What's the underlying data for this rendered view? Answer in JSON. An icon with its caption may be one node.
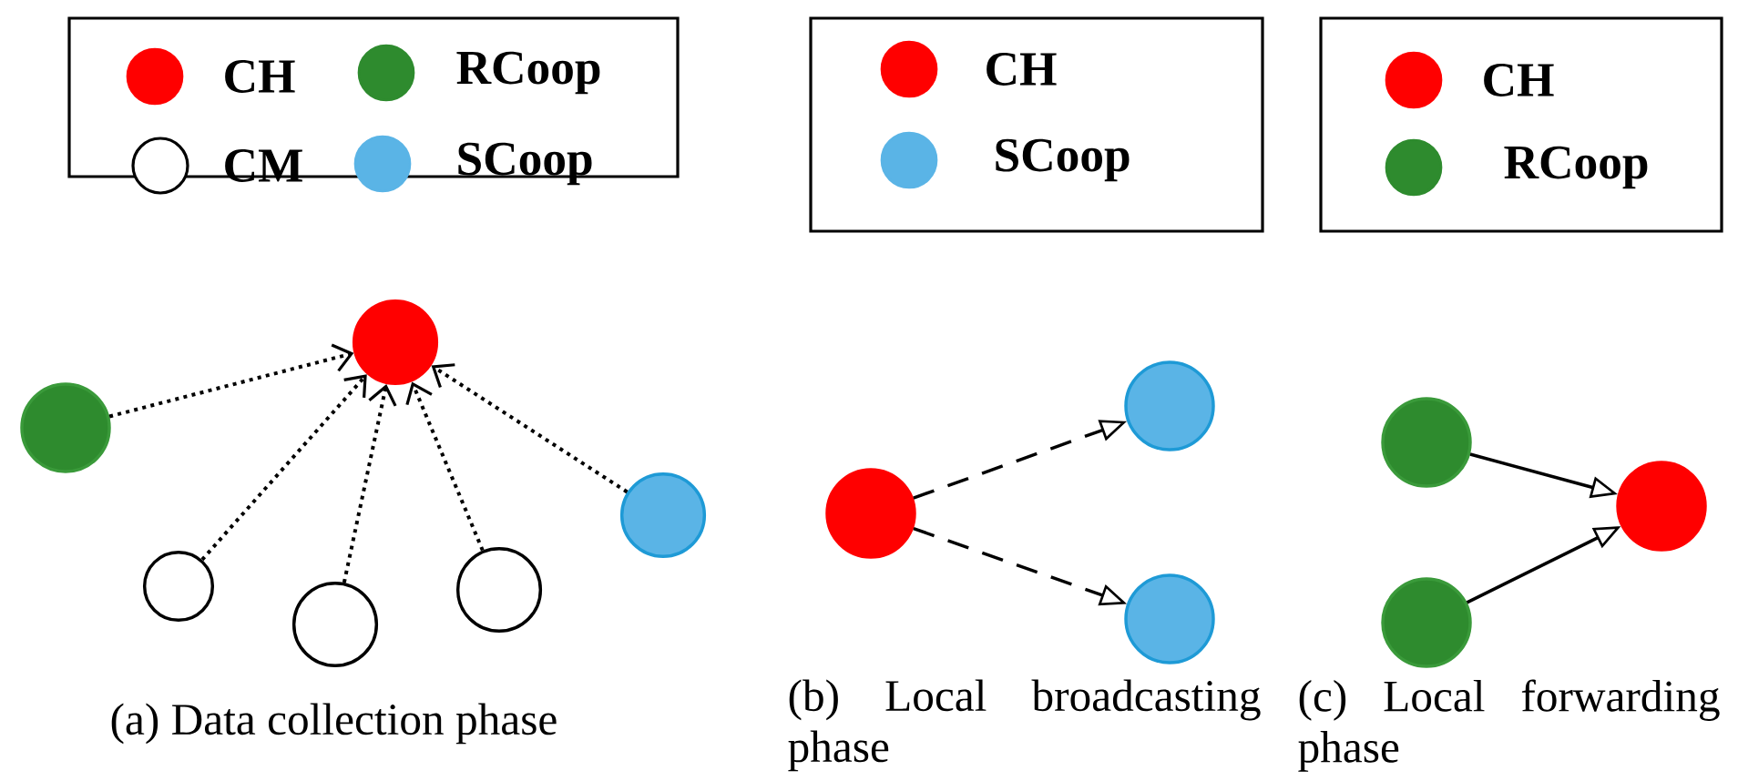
{
  "diagram": {
    "nodes": [
      {
        "text": [],
        "shape": "circle"
      },
      {
        "text": [],
        "shape": "circle"
      },
      {
        "text": [],
        "shape": "circle"
      },
      {
        "text": [],
        "shape": "circle"
      },
      {
        "text": [],
        "shape": "circle"
      },
      {
        "text": [],
        "shape": "circle"
      },
      {
        "text": [],
        "shape": "circle"
      },
      {
        "text": [],
        "shape": "circle"
      },
      {
        "text": [],
        "shape": "circle"
      },
      {
        "text": [],
        "shape": "circle"
      },
      {
        "text": [],
        "shape": "circle"
      },
      {
        "text": [],
        "shape": "circle"
      }
    ],
    "edges": [
      {
        "from": 1,
        "to": 0,
        "arrow": "to",
        "style": "dashed"
      },
      {
        "from": 2,
        "to": 0,
        "arrow": "to",
        "style": "dashed"
      },
      {
        "from": 3,
        "to": 0,
        "arrow": "to",
        "style": "dashed"
      },
      {
        "from": 4,
        "to": 0,
        "arrow": "to",
        "style": "dashed"
      },
      {
        "from": 5,
        "to": 0,
        "arrow": "to",
        "style": "dashed"
      },
      {
        "from": 6,
        "to": 7,
        "arrow": "to",
        "style": "dashed"
      },
      {
        "from": 6,
        "to": 8,
        "arrow": "to",
        "style": "dashed"
      },
      {
        "from": 9,
        "to": 11,
        "arrow": "to"
      },
      {
        "from": 10,
        "to": 11,
        "arrow": "to"
      }
    ],
    "labels": [
      "(a) Data collection phase",
      "(b) Local broadcasting phase",
      "(c) Local forwarding phase"
    ],
    "legend": [
      {
        "text": "CH",
        "color": "#ff0000"
      },
      {
        "text": "RCoop",
        "color": "#2e8b2e"
      },
      {
        "text": "CM"
      },
      {
        "text": "SCoop",
        "color": "#5ab4e6"
      },
      {
        "text": "CH",
        "color": "#ff0000"
      },
      {
        "text": "SCoop",
        "color": "#5ab4e6"
      },
      {
        "text": "CH",
        "color": "#ff0000"
      },
      {
        "text": "RCoop",
        "color": "#2e8b2e"
      }
    ]
  }
}
